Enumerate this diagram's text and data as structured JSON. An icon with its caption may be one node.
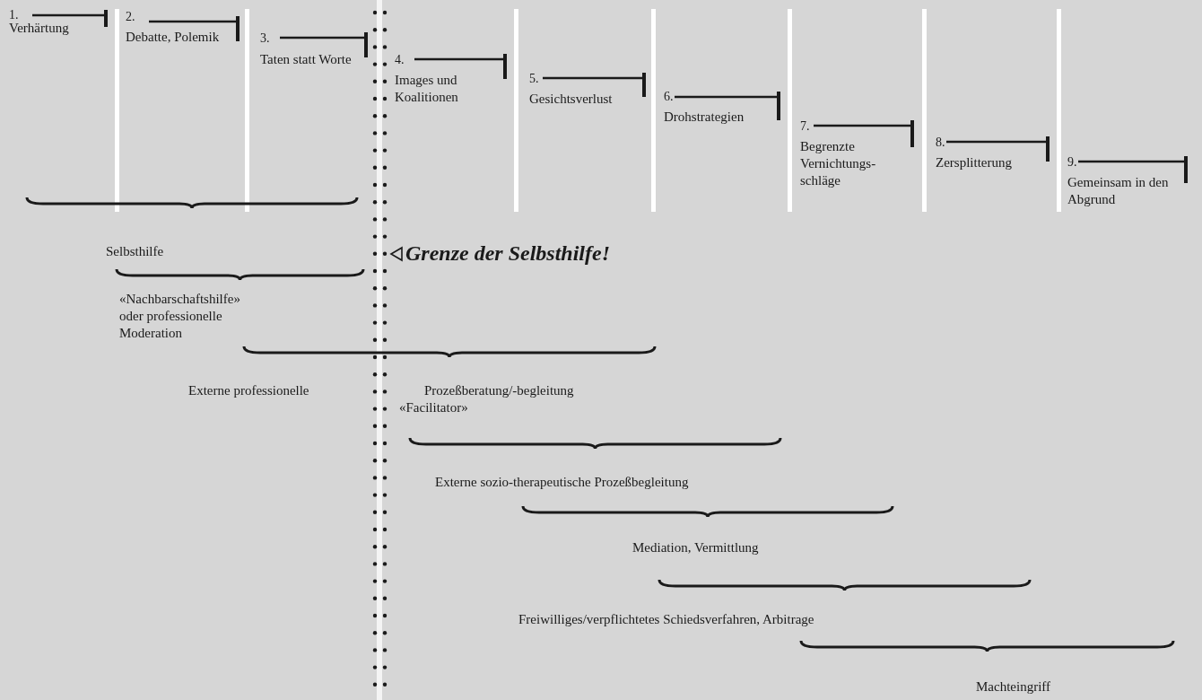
{
  "diagram": {
    "labels": [
      "1.",
      "Verhärtung",
      "2.",
      "Debatte, Polemik",
      "3.",
      "Taten statt Worte",
      "4.",
      "Images und Koalitionen",
      "5.",
      "Gesichtsverlust",
      "6.",
      "Drohstrategien",
      "7.",
      "Begrenzte Vernichtungs- schläge",
      "8.",
      "Zersplitterung",
      "9.",
      "Gemeinsam in den Abgrund",
      "Selbsthilfe",
      "Grenze der Selbsthilfe!",
      "«Nachbarschaftshilfe» oder professionelle Moderation",
      "Externe professionelle",
      "Prozeßberatung/-begleitung «Facilitator»",
      "Externe sozio-therapeutische Prozeßbegleitung",
      "Mediation, Vermittlung",
      "Freiwilliges/verpflichtetes Schiedsverfahren, Arbitrage",
      "Machteingriff"
    ]
  }
}
